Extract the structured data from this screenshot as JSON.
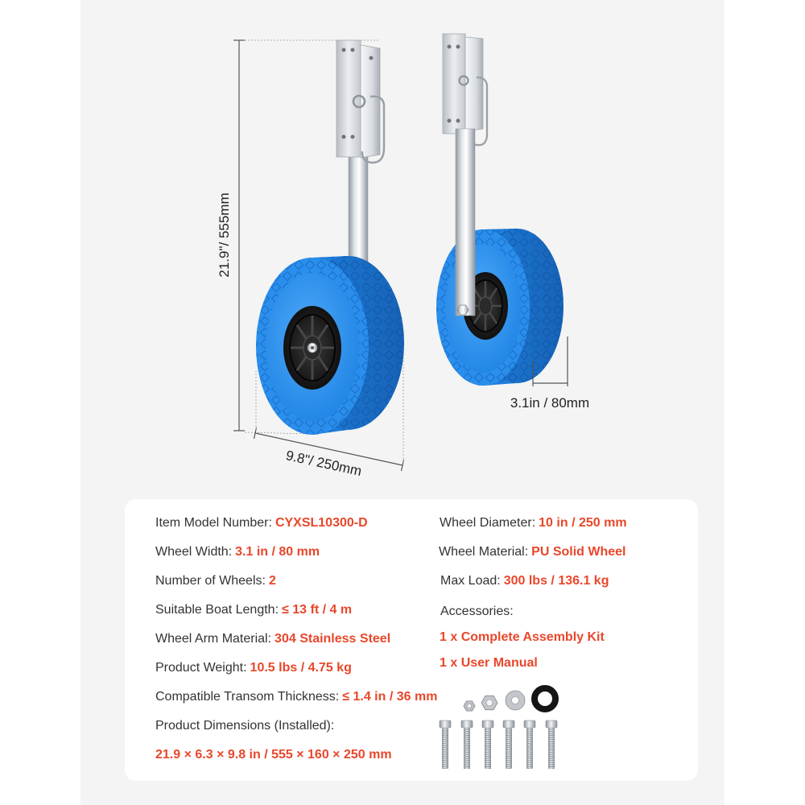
{
  "dimensions": {
    "height": "21.9\"/ 555mm",
    "diameter": "9.8\"/ 250mm",
    "width": "3.1in / 80mm"
  },
  "specs": {
    "left": [
      {
        "label": "Item Model Number:",
        "value": "CYXSL10300-D"
      },
      {
        "label": "Wheel Width:",
        "value": "3.1 in / 80 mm"
      },
      {
        "label": "Number of Wheels:",
        "value": "2"
      },
      {
        "label": "Suitable Boat Length:",
        "value": "≤ 13 ft / 4 m"
      },
      {
        "label": "Wheel Arm Material:",
        "value": "304 Stainless Steel"
      },
      {
        "label": "Product Weight:",
        "value": "10.5 lbs / 4.75 kg"
      },
      {
        "label": "Compatible Transom Thickness:",
        "value": "≤ 1.4 in / 36 mm"
      }
    ],
    "product_dimensions": {
      "label": "Product Dimensions (Installed):",
      "value": "21.9 × 6.3 × 9.8 in / 555 × 160 × 250 mm"
    },
    "right": [
      {
        "label": "Wheel Diameter:",
        "value": "10 in / 250 mm"
      },
      {
        "label": "Wheel Material:",
        "value": "PU Solid Wheel"
      },
      {
        "label": "Max Load:",
        "value": "300 lbs / 136.1 kg"
      }
    ],
    "accessories_label": "Accessories:",
    "accessories": [
      "1 x Complete Assembly Kit",
      "1 x User Manual"
    ]
  },
  "icons": {
    "hardware": [
      "lock-nut-icon",
      "hex-nut-icon",
      "flat-washer-icon",
      "rubber-washer-icon",
      "bolt-icon"
    ]
  },
  "colors": {
    "accent": "#e9472b",
    "panel_bg": "#f4f4f4",
    "text": "#333333",
    "tire": "#2a8eec",
    "hub": "#1b1b1b",
    "steel": "#d9dde1"
  }
}
